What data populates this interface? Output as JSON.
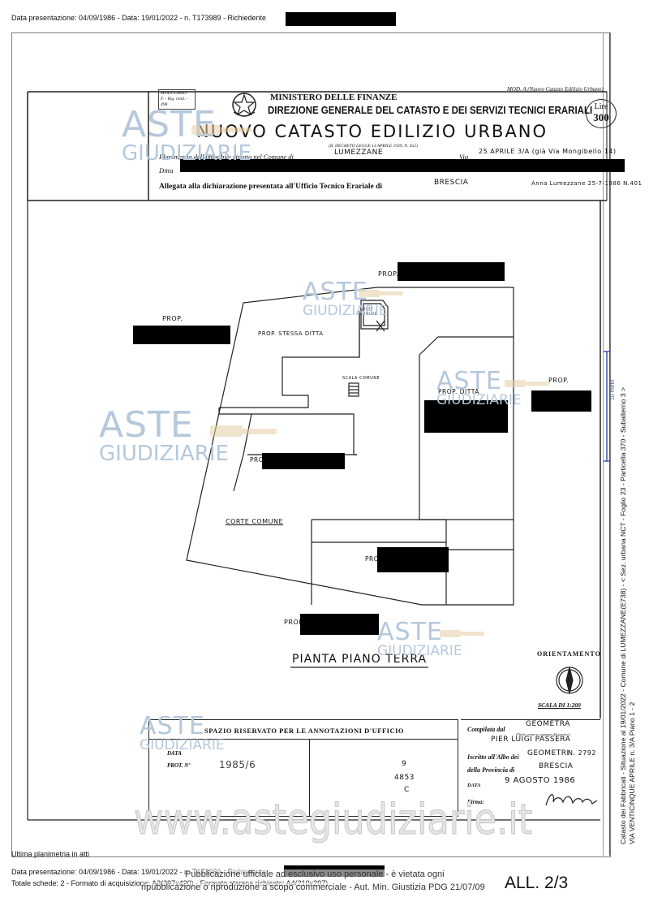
{
  "top_header": {
    "text": "Data presentazione: 04/09/1986 - Data: 19/01/2022 - n. T173989 - Richiedente"
  },
  "form_header": {
    "model_stamp_line1": "MODULARIO",
    "model_stamp_line2": "F. - Rig. rend. - 498",
    "ministry": "MINISTERO DELLE FINANZE",
    "direzione": "DIREZIONE GENERALE DEL CATASTO E DEI SERVIZI TECNICI ERARIALI",
    "mod": "MOD. A (Nuovo Catasto Edilizio Urbano)",
    "lire_label": "Lire",
    "lire_value": "300",
    "title": "NUOVO CATASTO EDILIZIO URBANO",
    "decreto": "(R. DECRETO LEGGE 13 APRILE 1939, N. 652)",
    "planimetria_label": "Planimetria dell'immobile situato nel Comune di",
    "comune_hand": "LUMEZZANE",
    "via_label": "Via",
    "via_hand": "25 APRILE 3/A (già Via Mongibello 14)",
    "ditta_label": "Ditta",
    "allegata_label": "Allegata alla dichiarazione presentata all'Ufficio Tecnico Erariale di",
    "ufficio_hand": "BRESCIA",
    "allegata_note_hand": "Anna Lumezzane 25-7-1986 N.401"
  },
  "plan": {
    "labels": {
      "prop_top": "PROP.",
      "prop_left": "PROP.",
      "prop_stessa_ditta": "PROP. STESSA DITTA",
      "corte_comune_small": "CORTE COMUNE",
      "scala_comune": "SCALA COMUNE",
      "prop_ditta": "PROP. DITTA",
      "prop_right": "PROP.",
      "prop_mid_left": "PROP.",
      "corte_comune": "CORTE COMUNE",
      "prop_bottom_right": "PROP.",
      "prop_bottom_left": "PROP."
    },
    "title_hand": "PIANTA PIANO TERRA",
    "orientamento": "ORIENTAMENTO",
    "scala": "SCALA DI 1:200",
    "ruler_label": "10 metri"
  },
  "office_section": {
    "header": "SPAZIO RISERVATO PER LE ANNOTAZIONI D'UFFICIO",
    "data_label": "DATA",
    "prot_label": "PROT. Nº",
    "prot_hand": "1985/6",
    "number_1": "9",
    "number_2": "4853",
    "number_3": "C"
  },
  "compilata": {
    "label": "Compilata dal",
    "subtitle": "(Titolo, nome e cognome del tecnico)",
    "title_hand": "GEOMETRA",
    "name_hand": "PIER LUIGI PASSERA",
    "iscritto_label": "Iscritto all'Albo dei",
    "albo_hand": "GEOMETRI",
    "albo_n": "N. 2792",
    "provincia_label": "della Provincia di",
    "provincia_hand": "BRESCIA",
    "data_label": "DATA",
    "data_hand": "9 AGOSTO 1986",
    "firma_label": "Firma:"
  },
  "side_text": {
    "line1": "Catasto dei Fabbricati - Situazione al 19/01/2022 - Comune di LUMEZZANE(E738) - < Sez. urbana NCT - Foglio 23 - Particella 370 - Subalterno 3 >",
    "line2": "VIA VENTICINQUE APRILE n. 3/A Piano 1 - 2"
  },
  "watermarks": {
    "aste": "ASTE",
    "giudiziarie": "GIUDIZIARIE",
    "site": "www.astegiudiziarie.it"
  },
  "footer": {
    "ultima": "Ultima planimetria in atti",
    "line1": "Data presentazione: 04/09/1986 - Data: 19/01/2022 - n. T173989 - Richiedente",
    "line2": "Totale schede: 2 - Formato di acquisizione: A3(297x420) - Formato stampa richiesto: A4(210x297)",
    "pub1": "Pubblicazione ufficiale ad esclusivo uso personale - è vietata ogni",
    "pub2": "ripubblicazione o riproduzione a scopo commerciale - Aut. Min. Giustizia PDG 21/07/09",
    "all": "ALL. 2/3"
  }
}
